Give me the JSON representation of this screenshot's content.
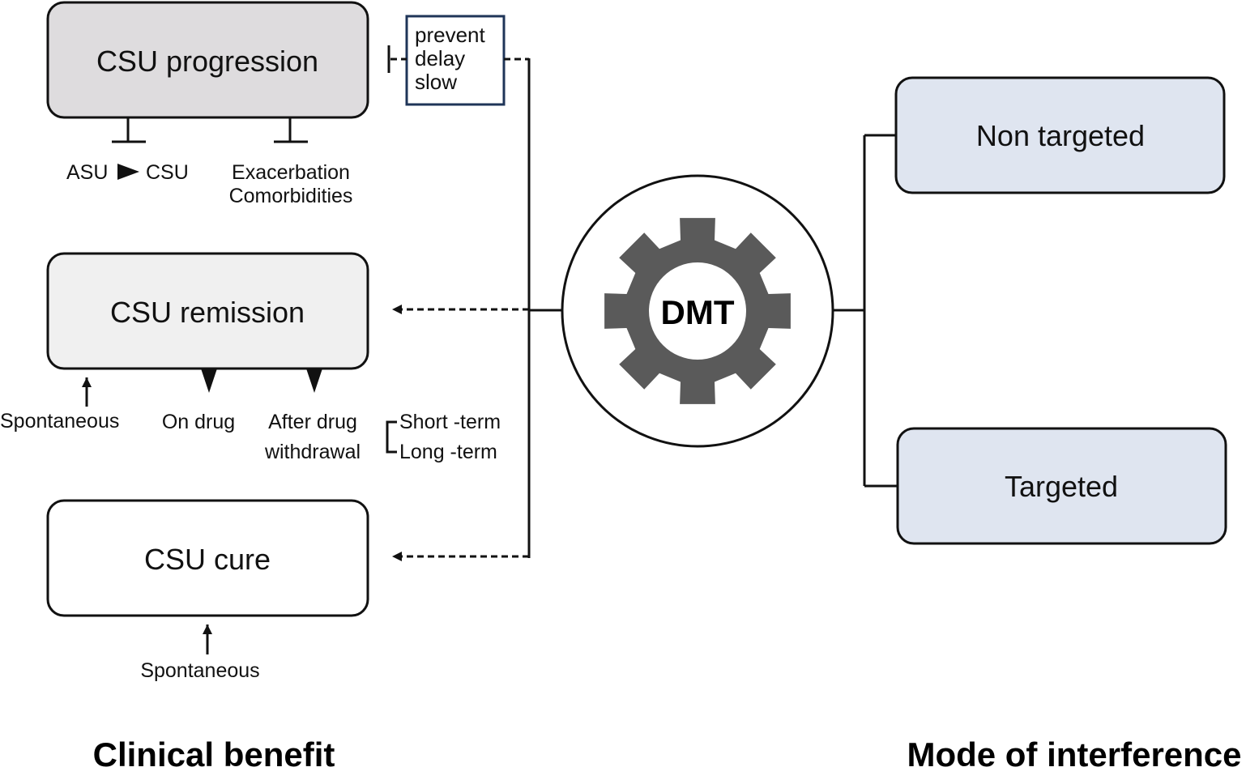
{
  "colors": {
    "progression_fill": "#dedcde",
    "remission_fill": "#f0f0f0",
    "cure_fill": "#ffffff",
    "mode_fill": "#dfe5f0",
    "gear": "#5a5a5a",
    "outline": "#111111",
    "note_border": "#1f3558"
  },
  "boxes": {
    "progression": "CSU progression",
    "remission": "CSU remission",
    "cure": "CSU cure",
    "non_targeted": "Non targeted",
    "targeted": "Targeted"
  },
  "progression_inhibitors": {
    "left_a": "ASU",
    "left_b": "CSU",
    "right_1": "Exacerbation",
    "right_2": "Comorbidities"
  },
  "action_note": {
    "line1": "prevent",
    "line2": "delay",
    "line3": "slow"
  },
  "remission_modes": {
    "spontaneous": "Spontaneous",
    "on_drug": "On drug",
    "after_drug_1": "After drug",
    "after_drug_2": "withdrawal",
    "short_term": "Short -term",
    "long_term": "Long -term"
  },
  "cure_modes": {
    "spontaneous": "Spontaneous"
  },
  "center": {
    "label": "DMT",
    "icon": "gear-icon"
  },
  "footer": {
    "left": "Clinical benefit",
    "right": "Mode of interference"
  }
}
